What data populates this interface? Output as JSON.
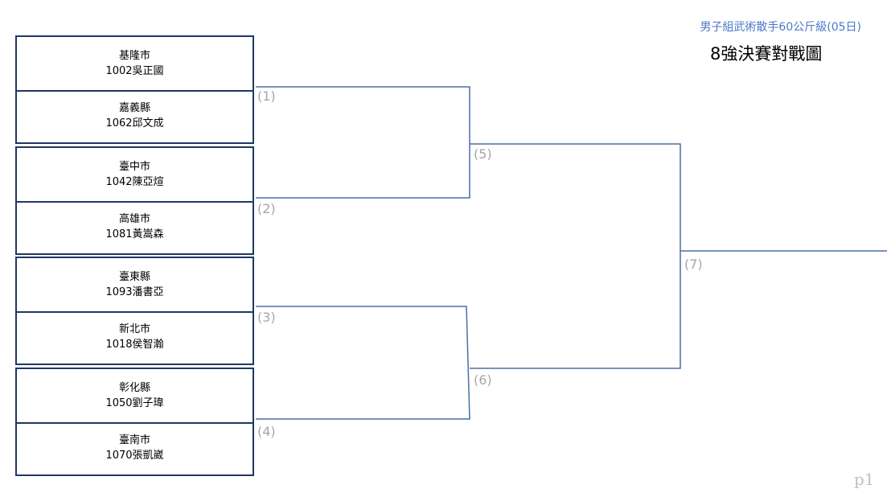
{
  "subtitle": "男子組武術散手60公斤級(05日)",
  "title": "8強決賽對戰圖",
  "entries": [
    {
      "team": "基隆市",
      "player": "1002吳正國"
    },
    {
      "team": "嘉義縣",
      "player": "1062邱文成"
    },
    {
      "team": "臺中市",
      "player": "1042陳亞煊"
    },
    {
      "team": "高雄市",
      "player": "1081黃嵩森"
    },
    {
      "team": "臺東縣",
      "player": "1093潘書亞"
    },
    {
      "team": "新北市",
      "player": "1018侯智瀚"
    },
    {
      "team": "彰化縣",
      "player": "1050劉子瑋"
    },
    {
      "team": "臺南市",
      "player": "1070張凱崴"
    }
  ],
  "match_labels": [
    "(1)",
    "(2)",
    "(3)",
    "(4)",
    "(5)",
    "(6)",
    "(7)"
  ],
  "page_number": "p1",
  "colors": {
    "line": "#4a6fa5",
    "box_border": "#1f3864",
    "label": "#a6a6a6",
    "subtitle": "#4a78c8"
  }
}
